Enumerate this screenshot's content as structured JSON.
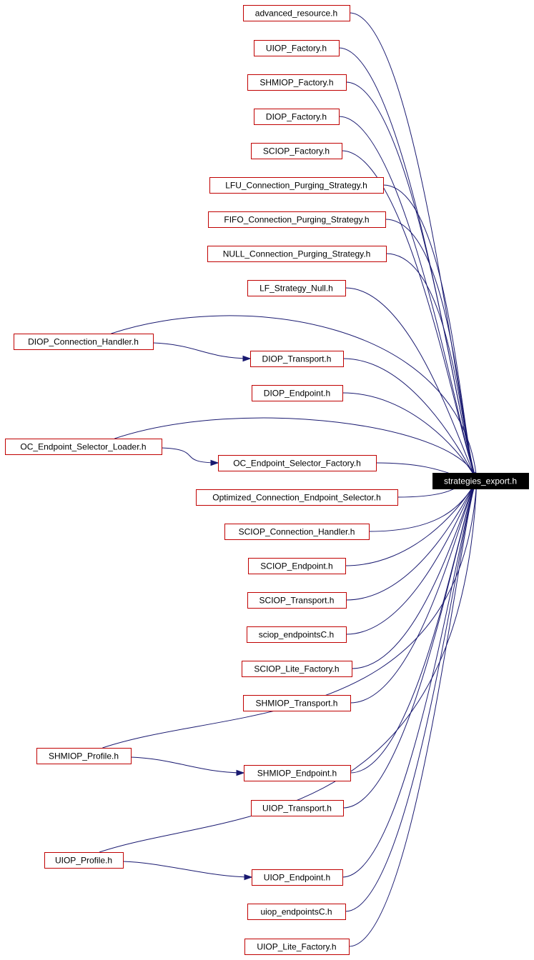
{
  "target": {
    "id": "strategies_export",
    "label": "strategies_export.h"
  },
  "colors": {
    "node_border": "#c00000",
    "edge": "#191970",
    "target_fill": "#000000",
    "target_text": "#ffffff"
  },
  "nodes": [
    {
      "id": "advanced_resource",
      "label": "advanced_resource.h"
    },
    {
      "id": "UIOP_Factory",
      "label": "UIOP_Factory.h"
    },
    {
      "id": "SHMIOP_Factory",
      "label": "SHMIOP_Factory.h"
    },
    {
      "id": "DIOP_Factory",
      "label": "DIOP_Factory.h"
    },
    {
      "id": "SCIOP_Factory",
      "label": "SCIOP_Factory.h"
    },
    {
      "id": "LFU_Connection_Purging_Strategy",
      "label": "LFU_Connection_Purging_Strategy.h"
    },
    {
      "id": "FIFO_Connection_Purging_Strategy",
      "label": "FIFO_Connection_Purging_Strategy.h"
    },
    {
      "id": "NULL_Connection_Purging_Strategy",
      "label": "NULL_Connection_Purging_Strategy.h"
    },
    {
      "id": "LF_Strategy_Null",
      "label": "LF_Strategy_Null.h"
    },
    {
      "id": "DIOP_Connection_Handler",
      "label": "DIOP_Connection_Handler.h"
    },
    {
      "id": "DIOP_Transport",
      "label": "DIOP_Transport.h"
    },
    {
      "id": "DIOP_Endpoint",
      "label": "DIOP_Endpoint.h"
    },
    {
      "id": "OC_Endpoint_Selector_Loader",
      "label": "OC_Endpoint_Selector_Loader.h"
    },
    {
      "id": "OC_Endpoint_Selector_Factory",
      "label": "OC_Endpoint_Selector_Factory.h"
    },
    {
      "id": "Optimized_Connection_Endpoint_Selector",
      "label": "Optimized_Connection_Endpoint_Selector.h"
    },
    {
      "id": "SCIOP_Connection_Handler",
      "label": "SCIOP_Connection_Handler.h"
    },
    {
      "id": "SCIOP_Endpoint",
      "label": "SCIOP_Endpoint.h"
    },
    {
      "id": "SCIOP_Transport",
      "label": "SCIOP_Transport.h"
    },
    {
      "id": "sciop_endpointsC",
      "label": "sciop_endpointsC.h"
    },
    {
      "id": "SCIOP_Lite_Factory",
      "label": "SCIOP_Lite_Factory.h"
    },
    {
      "id": "SHMIOP_Transport",
      "label": "SHMIOP_Transport.h"
    },
    {
      "id": "SHMIOP_Profile",
      "label": "SHMIOP_Profile.h"
    },
    {
      "id": "SHMIOP_Endpoint",
      "label": "SHMIOP_Endpoint.h"
    },
    {
      "id": "UIOP_Transport",
      "label": "UIOP_Transport.h"
    },
    {
      "id": "UIOP_Profile",
      "label": "UIOP_Profile.h"
    },
    {
      "id": "UIOP_Endpoint",
      "label": "UIOP_Endpoint.h"
    },
    {
      "id": "uiop_endpointsC",
      "label": "uiop_endpointsC.h"
    },
    {
      "id": "UIOP_Lite_Factory",
      "label": "UIOP_Lite_Factory.h"
    }
  ],
  "edges": [
    [
      "advanced_resource",
      "strategies_export"
    ],
    [
      "UIOP_Factory",
      "strategies_export"
    ],
    [
      "SHMIOP_Factory",
      "strategies_export"
    ],
    [
      "DIOP_Factory",
      "strategies_export"
    ],
    [
      "SCIOP_Factory",
      "strategies_export"
    ],
    [
      "LFU_Connection_Purging_Strategy",
      "strategies_export"
    ],
    [
      "FIFO_Connection_Purging_Strategy",
      "strategies_export"
    ],
    [
      "NULL_Connection_Purging_Strategy",
      "strategies_export"
    ],
    [
      "LF_Strategy_Null",
      "strategies_export"
    ],
    [
      "DIOP_Connection_Handler",
      "strategies_export"
    ],
    [
      "DIOP_Connection_Handler",
      "DIOP_Transport"
    ],
    [
      "DIOP_Transport",
      "strategies_export"
    ],
    [
      "DIOP_Endpoint",
      "strategies_export"
    ],
    [
      "OC_Endpoint_Selector_Loader",
      "strategies_export"
    ],
    [
      "OC_Endpoint_Selector_Loader",
      "OC_Endpoint_Selector_Factory"
    ],
    [
      "OC_Endpoint_Selector_Factory",
      "strategies_export"
    ],
    [
      "Optimized_Connection_Endpoint_Selector",
      "strategies_export"
    ],
    [
      "SCIOP_Connection_Handler",
      "strategies_export"
    ],
    [
      "SCIOP_Endpoint",
      "strategies_export"
    ],
    [
      "SCIOP_Transport",
      "strategies_export"
    ],
    [
      "sciop_endpointsC",
      "strategies_export"
    ],
    [
      "SCIOP_Lite_Factory",
      "strategies_export"
    ],
    [
      "SHMIOP_Transport",
      "strategies_export"
    ],
    [
      "SHMIOP_Profile",
      "strategies_export"
    ],
    [
      "SHMIOP_Profile",
      "SHMIOP_Endpoint"
    ],
    [
      "SHMIOP_Endpoint",
      "strategies_export"
    ],
    [
      "UIOP_Transport",
      "strategies_export"
    ],
    [
      "UIOP_Profile",
      "strategies_export"
    ],
    [
      "UIOP_Profile",
      "UIOP_Endpoint"
    ],
    [
      "UIOP_Endpoint",
      "strategies_export"
    ],
    [
      "uiop_endpointsC",
      "strategies_export"
    ],
    [
      "UIOP_Lite_Factory",
      "strategies_export"
    ]
  ]
}
